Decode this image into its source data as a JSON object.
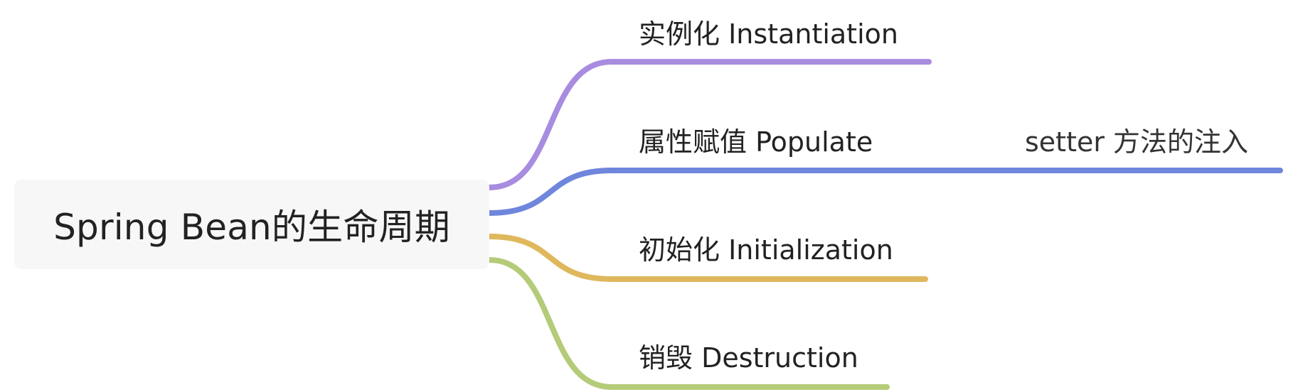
{
  "root": {
    "label": "Spring Bean的生命周期"
  },
  "branches": [
    {
      "label": "实例化 Instantiation",
      "color": "#a78ce0"
    },
    {
      "label": "属性赋值 Populate",
      "color": "#6f86dc",
      "child": "setter 方法的注入"
    },
    {
      "label": "初始化 Initialization",
      "color": "#dfb85d"
    },
    {
      "label": "销毁 Destruction",
      "color": "#b4cb78"
    }
  ]
}
